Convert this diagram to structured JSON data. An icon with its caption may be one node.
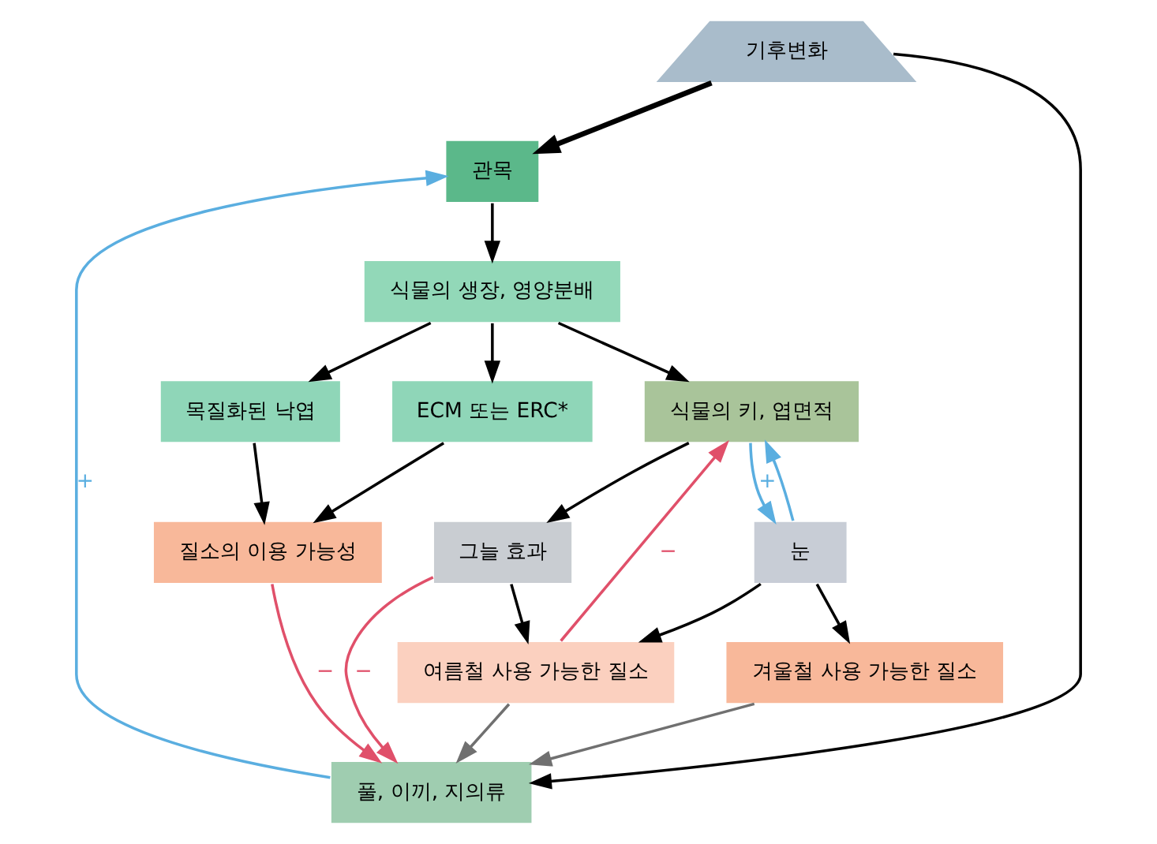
{
  "diagram": {
    "nodes": [
      {
        "text": [
          "기후변화"
        ]
      },
      {
        "text": [
          "관목"
        ]
      },
      {
        "text": [
          "풀, 이끼, 지의류"
        ]
      },
      {
        "text": [
          "식물의 생장, 영양분배"
        ]
      },
      {
        "text": [
          "식물의 키, 엽면적"
        ]
      },
      {
        "text": [
          "그늘 효과"
        ]
      },
      {
        "text": [
          "눈"
        ]
      },
      {
        "text": [
          "여름철 사용 가능한 질소"
        ]
      },
      {
        "text": [
          "겨울철 사용 가능한 질소"
        ]
      },
      {
        "text": [
          "목질화된 낙엽"
        ]
      },
      {
        "text": [
          "ECM 또는 ERC*"
        ]
      },
      {
        "text": [
          "질소의 이용 가능성"
        ]
      }
    ],
    "edges": [
      {
        "from": 0,
        "to": 1,
        "arrow": "to",
        "style": "thick"
      },
      {
        "from": 0,
        "to": 2,
        "arrow": "to"
      },
      {
        "from": 2,
        "to": 1,
        "arrow": "to",
        "label": "+",
        "color": "#5aaee0"
      },
      {
        "from": 1,
        "to": 3,
        "arrow": "to"
      },
      {
        "from": 3,
        "to": 4,
        "arrow": "to"
      },
      {
        "from": 4,
        "to": 5,
        "arrow": "to"
      },
      {
        "from": 5,
        "to": 2,
        "arrow": "to",
        "label": "−",
        "color": "#e0506a"
      },
      {
        "from": 5,
        "to": 7,
        "arrow": "to"
      },
      {
        "from": 4,
        "to": 6,
        "arrow": "to",
        "label": "+",
        "color": "#5aaee0"
      },
      {
        "from": 6,
        "to": 4,
        "arrow": "to",
        "color": "#5aaee0"
      },
      {
        "from": 7,
        "to": 4,
        "arrow": "to",
        "label": "−",
        "color": "#e0506a"
      },
      {
        "from": 6,
        "to": 7,
        "arrow": "to"
      },
      {
        "from": 6,
        "to": 8,
        "arrow": "to"
      },
      {
        "from": 3,
        "to": 9,
        "arrow": "to"
      },
      {
        "from": 3,
        "to": 10,
        "arrow": "to"
      },
      {
        "from": 9,
        "to": 11,
        "arrow": "to"
      },
      {
        "from": 10,
        "to": 11,
        "arrow": "to"
      },
      {
        "from": 7,
        "to": 2,
        "arrow": "to",
        "color": "#707070"
      },
      {
        "from": 8,
        "to": 2,
        "arrow": "to",
        "color": "#707070"
      },
      {
        "from": 11,
        "to": 2,
        "arrow": "to",
        "label": "−",
        "color": "#e0506a"
      }
    ]
  }
}
